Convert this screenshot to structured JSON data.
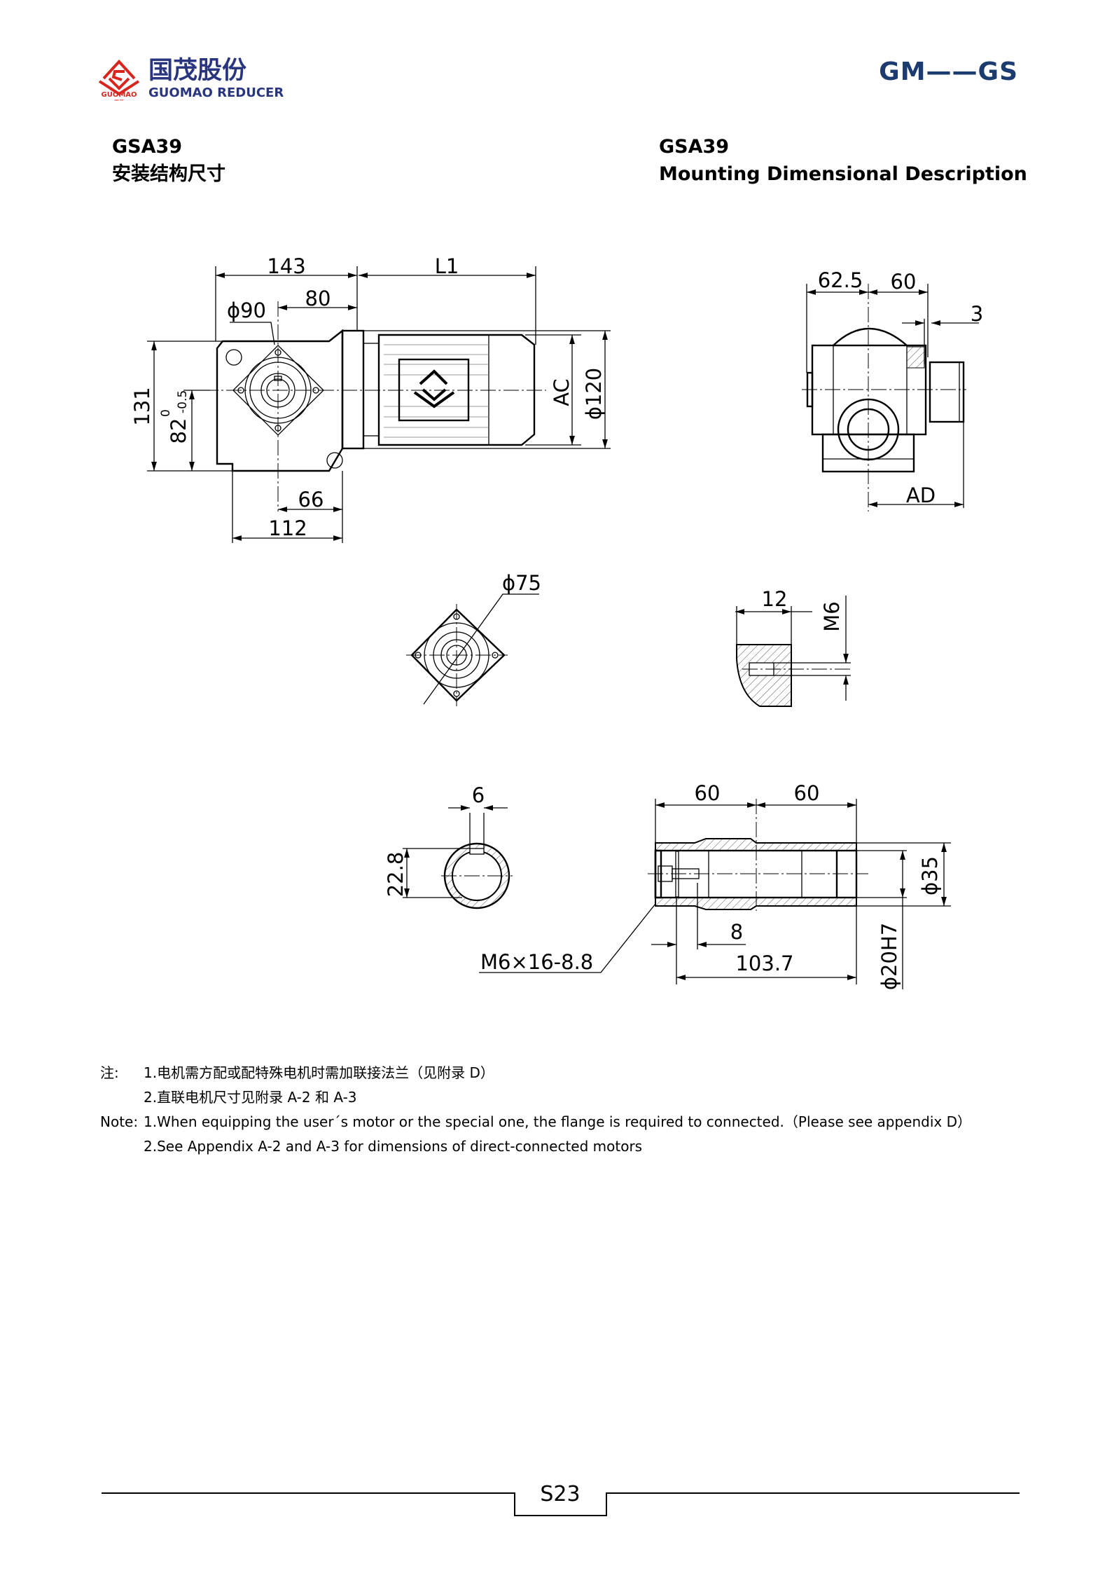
{
  "header": {
    "logo_cn": "国茂股份",
    "logo_en": "GUOMAO REDUCER",
    "logo_mark_text": "GUOMAO",
    "logo_mark_cn": "国茂",
    "series": "GM——GS"
  },
  "titles": {
    "left_model": "GSA39",
    "left_subtitle": "安装结构尺寸",
    "right_model": "GSA39",
    "right_subtitle": "Mounting Dimensional Description"
  },
  "dimensions": {
    "front": {
      "d143": "143",
      "l1": "L1",
      "d80": "80",
      "phi90": "ϕ90",
      "d131": "131",
      "d82": "82",
      "d82_tol_upper": "0",
      "d82_tol_lower": "-0.5",
      "ac": "AC",
      "phi120": "ϕ120",
      "d66": "66",
      "d112": "112"
    },
    "side": {
      "d62_5": "62.5",
      "d60": "60",
      "d3": "3",
      "ad": "AD"
    },
    "flange": {
      "phi75": "ϕ75"
    },
    "bolt": {
      "d12": "12",
      "m6": "M6"
    },
    "keyway": {
      "d6": "6",
      "d22_8": "22.8"
    },
    "shaft": {
      "d60a": "60",
      "d60b": "60",
      "phi35": "ϕ35",
      "phi20h7": "ϕ20H7",
      "d8": "8",
      "d103_7": "103.7",
      "screw": "M6×16-8.8"
    }
  },
  "notes": {
    "cn_label": "注:",
    "cn_1": "1.电机需方配或配特殊电机时需加联接法兰（见附录 D）",
    "cn_2": "2.直联电机尺寸见附录 A-2 和 A-3",
    "en_label": "Note:",
    "en_1": "1.When equipping the user´s motor or the special one, the flange is required to connected.（Please see appendix D）",
    "en_2": "2.See Appendix A-2 and A-3 for dimensions of direct-connected motors"
  },
  "footer": {
    "page": "S23"
  },
  "colors": {
    "brand_blue": "#2a3580",
    "brand_red": "#d8261f",
    "series_blue": "#1c3b6e"
  }
}
